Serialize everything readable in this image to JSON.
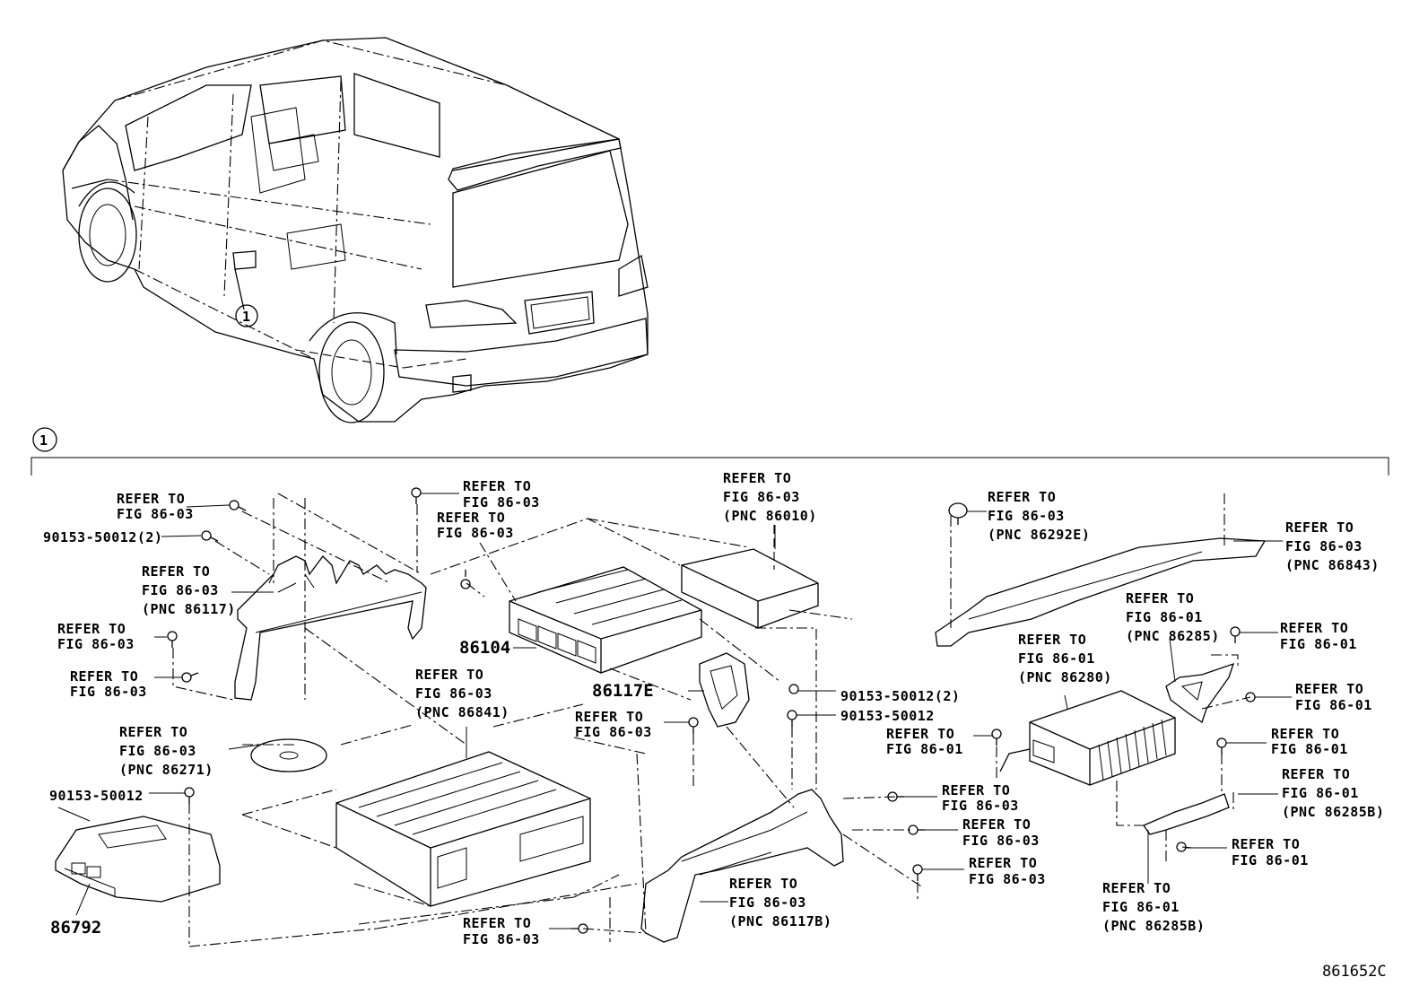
{
  "callout_marker": "1",
  "figure_code": "861652C",
  "labels": {
    "a1": [
      "REFER TO",
      "FIG 86-03"
    ],
    "a2": "90153-50012(2)",
    "a3": [
      "REFER TO",
      "FIG 86-03",
      "(PNC 86117)"
    ],
    "a4": [
      "REFER TO",
      "FIG 86-03"
    ],
    "a5": [
      "REFER TO",
      "FIG 86-03"
    ],
    "b1": [
      "REFER TO",
      "FIG 86-03"
    ],
    "b2": [
      "REFER TO",
      "FIG 86-03"
    ],
    "c1": [
      "REFER TO",
      "FIG 86-03",
      "(PNC 86010)"
    ],
    "c2": "86104",
    "c3": "86117E",
    "c4": "90153-50012(2)",
    "c5": "90153-50012",
    "d1": [
      "REFER TO",
      "FIG 86-03",
      "(PNC 86841)"
    ],
    "d2": [
      "REFER TO",
      "FIG 86-03"
    ],
    "e1": [
      "REFER TO",
      "FIG 86-03",
      "(PNC 86271)"
    ],
    "e2": "90153-50012",
    "e3": "86792",
    "f1": [
      "REFER TO",
      "FIG 86-03",
      "(PNC 86292E)"
    ],
    "f2": [
      "REFER TO",
      "FIG 86-03",
      "(PNC 86843)"
    ],
    "g1": [
      "REFER TO",
      "FIG 86-01",
      "(PNC 86285)"
    ],
    "g2": [
      "REFER TO",
      "FIG 86-01"
    ],
    "g3": [
      "REFER TO",
      "FIG 86-01",
      "(PNC 86280)"
    ],
    "g4": [
      "REFER TO",
      "FIG 86-01"
    ],
    "g5": [
      "REFER TO",
      "FIG 86-01"
    ],
    "g6": [
      "REFER TO",
      "FIG 86-01"
    ],
    "g7": [
      "REFER TO",
      "FIG 86-01",
      "(PNC 86285B)"
    ],
    "g8": [
      "REFER TO",
      "FIG 86-01"
    ],
    "g9": [
      "REFER TO",
      "FIG 86-01",
      "(PNC 86285B)"
    ],
    "h1": [
      "REFER TO",
      "FIG 86-03"
    ],
    "h2": [
      "REFER TO",
      "FIG 86-03"
    ],
    "h3": [
      "REFER TO",
      "FIG 86-03"
    ],
    "h4": [
      "REFER TO",
      "FIG 86-03",
      "(PNC 86117B)"
    ],
    "h5": [
      "REFER TO",
      "FIG 86-03"
    ]
  }
}
